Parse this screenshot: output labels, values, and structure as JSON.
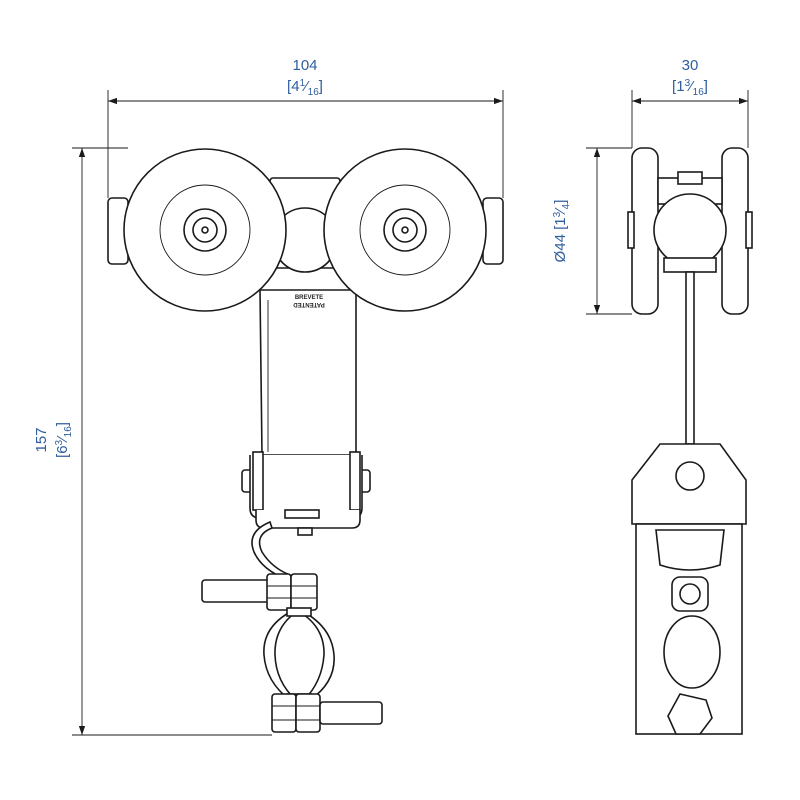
{
  "dimensions": {
    "width": {
      "mm": "104",
      "in_whole": "4",
      "in_num": "1",
      "in_den": "16"
    },
    "depth": {
      "mm": "30",
      "in_whole": "1",
      "in_num": "3",
      "in_den": "16"
    },
    "wheel_diameter": {
      "mm": "Ø44",
      "in_whole": "1",
      "in_num": "3",
      "in_den": "4"
    },
    "height": {
      "mm": "157",
      "in_whole": "6",
      "in_num": "3",
      "in_den": "16"
    }
  },
  "stamp": {
    "line1": "BREVETE",
    "line2": "PATENTED"
  },
  "colors": {
    "dimension_text": "#2f5e9e",
    "outline": "#1a1a1a"
  }
}
